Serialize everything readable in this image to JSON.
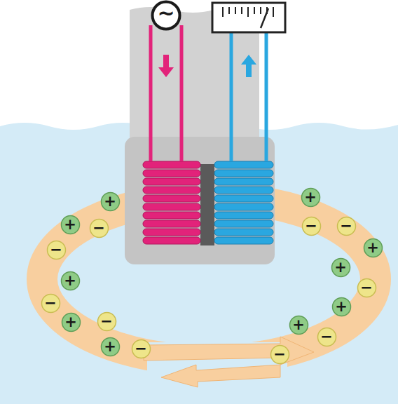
{
  "diagram": {
    "nodes": [
      {
        "text": [
          "~"
        ]
      },
      {
        "text": [
          "+"
        ]
      },
      {
        "text": [
          "+"
        ]
      },
      {
        "text": [
          "−"
        ]
      },
      {
        "text": [
          "−"
        ]
      },
      {
        "text": [
          "+"
        ]
      },
      {
        "text": [
          "−"
        ]
      },
      {
        "text": [
          "+"
        ]
      },
      {
        "text": [
          "−"
        ]
      },
      {
        "text": [
          "+"
        ]
      },
      {
        "text": [
          "−"
        ]
      },
      {
        "text": [
          "+"
        ]
      },
      {
        "text": [
          "−"
        ]
      },
      {
        "text": [
          "−"
        ]
      },
      {
        "text": [
          "+"
        ]
      },
      {
        "text": [
          "+"
        ]
      },
      {
        "text": [
          "−"
        ]
      },
      {
        "text": [
          "+"
        ]
      },
      {
        "text": [
          "+"
        ]
      },
      {
        "text": [
          "−"
        ]
      },
      {
        "text": [
          "−"
        ]
      }
    ]
  }
}
